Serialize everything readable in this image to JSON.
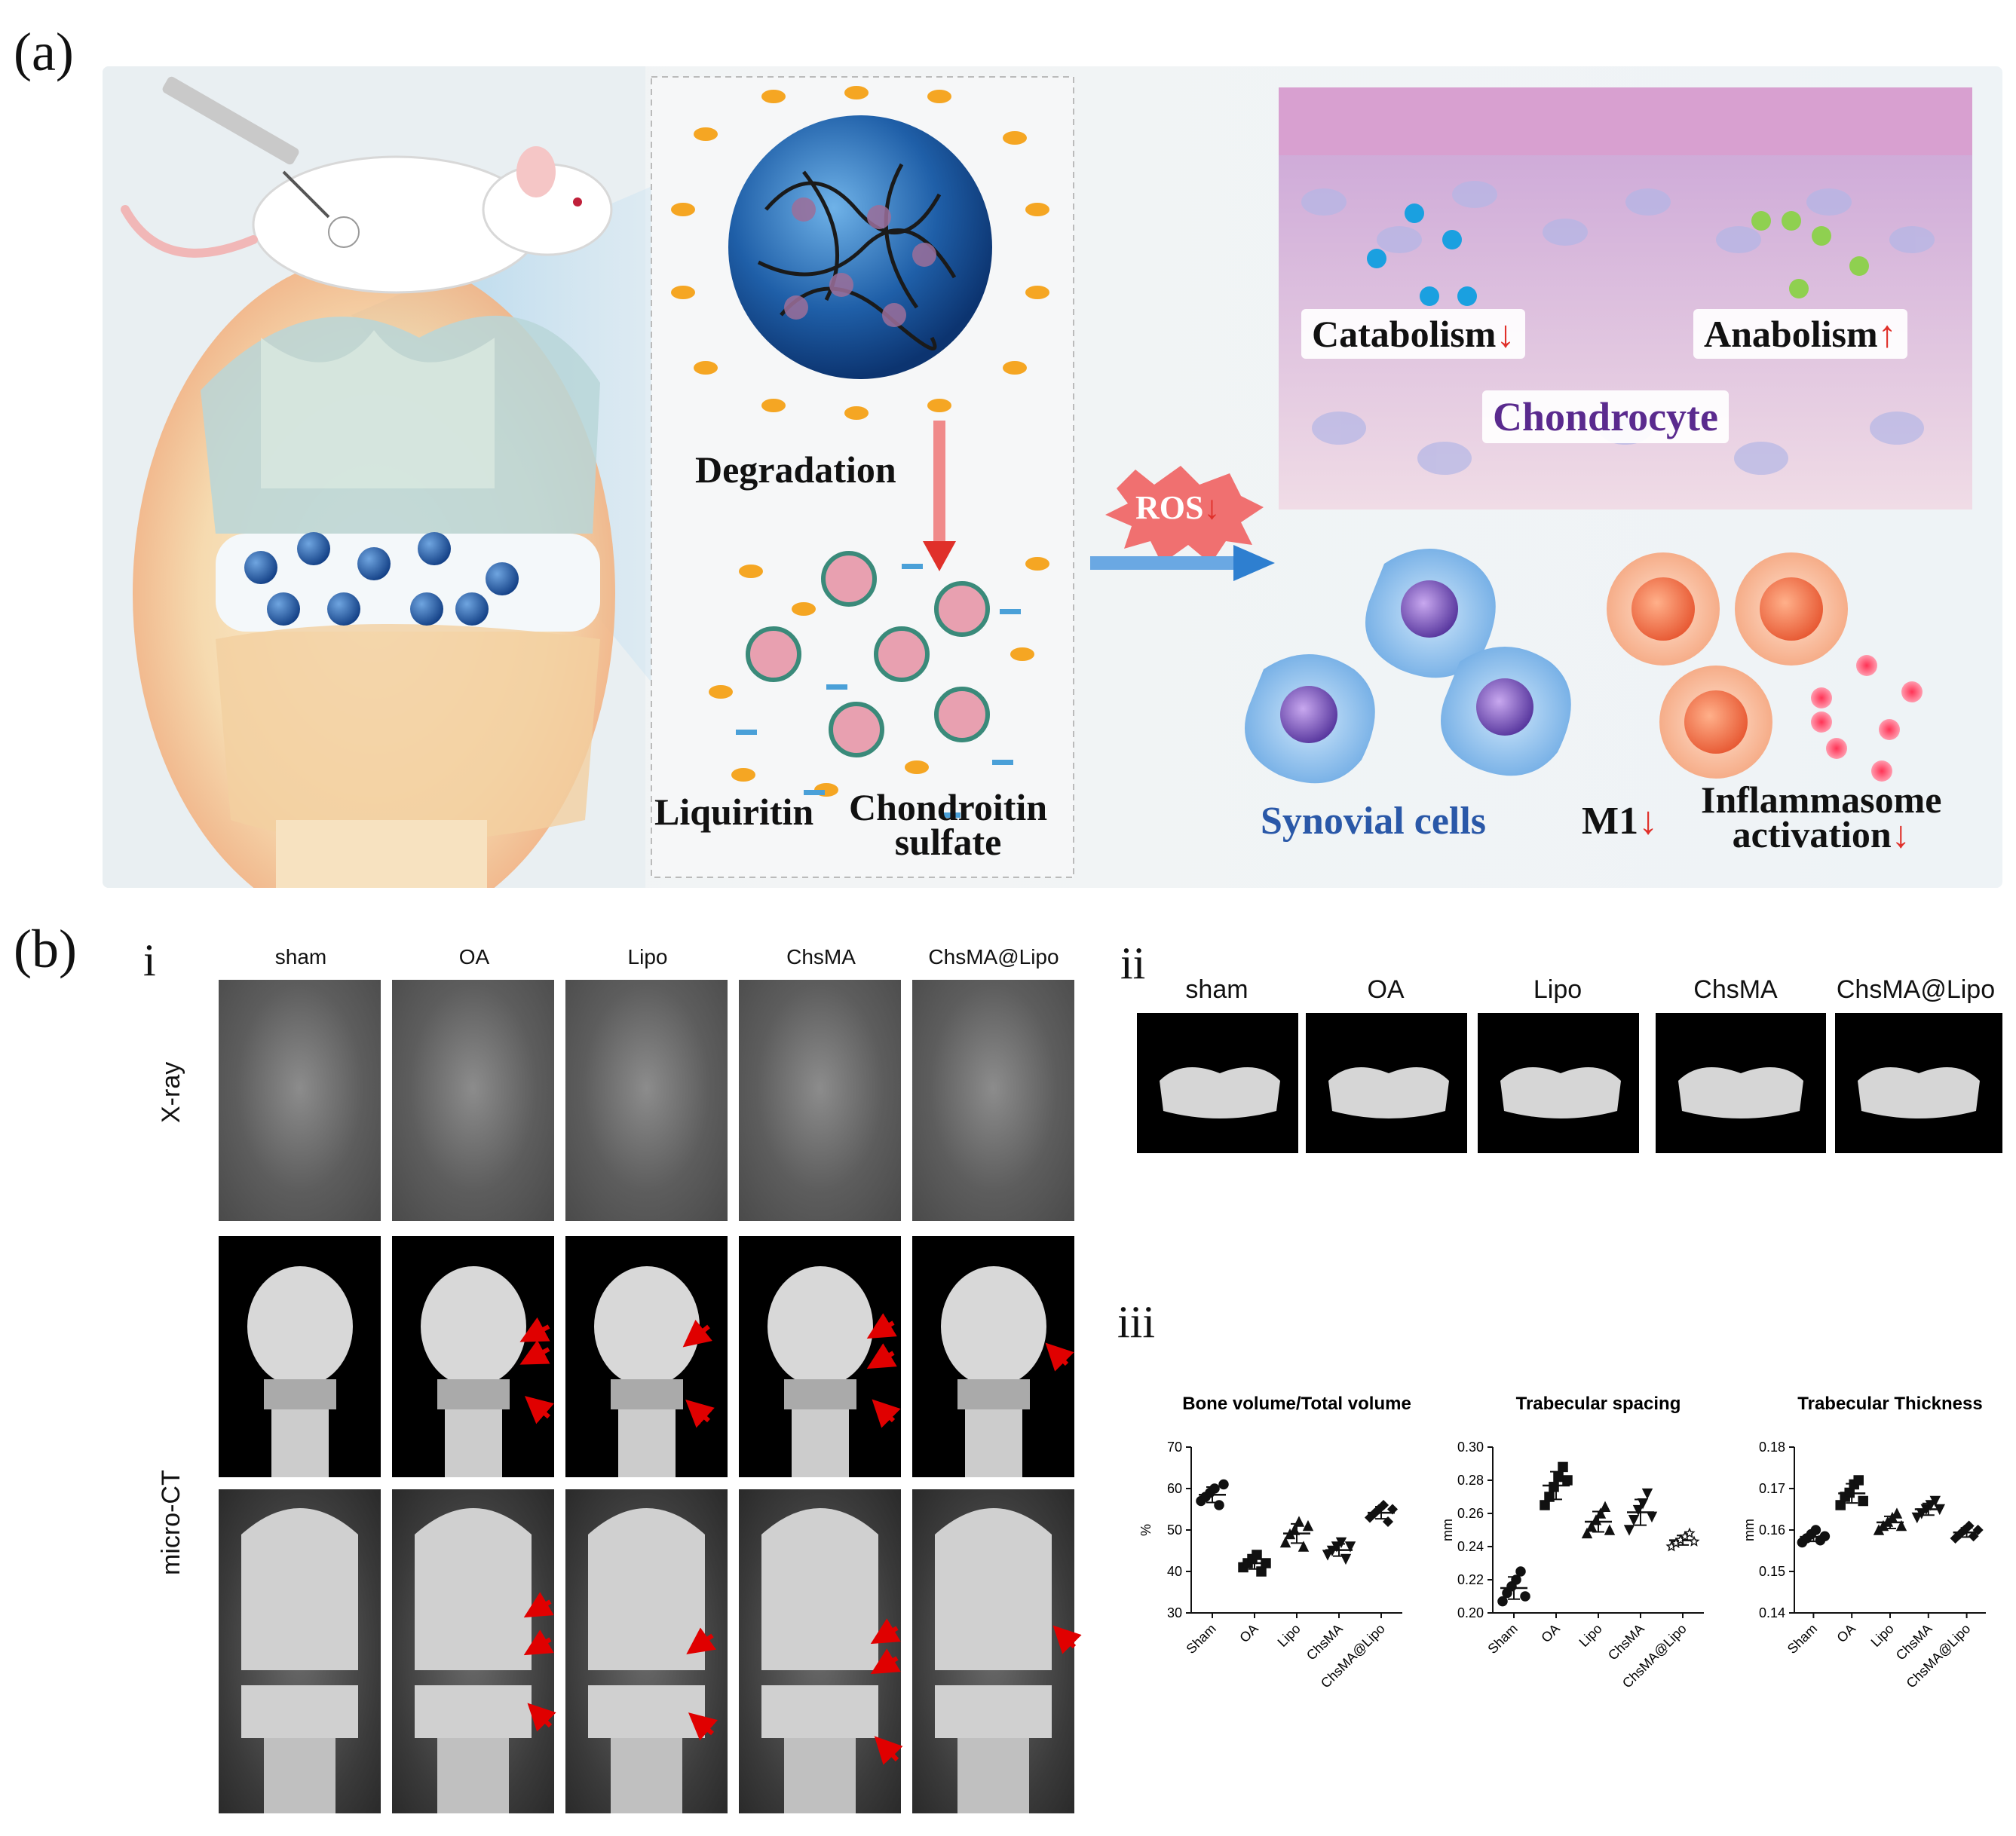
{
  "panel_a": {
    "label": "(a)",
    "degradation": "Degradation",
    "liquiritin": "Liquiritin",
    "chondroitin_line1": "Chondroitin",
    "chondroitin_line2": "sulfate",
    "ros": "ROS",
    "catabolism": "Catabolism",
    "anabolism": "Anabolism",
    "chondrocyte": "Chondrocyte",
    "synovial": "Synovial cells",
    "m1": "M1",
    "inflammasome_line1": "Inflammasome",
    "inflammasome_line2": "activation",
    "colors": {
      "blue_sphere": "#1f5fa8",
      "down_arrow": "#e0302a",
      "chondrocyte_text": "#5a2a8e",
      "synovial_text": "#2a58a8"
    }
  },
  "panel_b": {
    "label": "(b)",
    "i": {
      "label": "i",
      "columns": [
        "sham",
        "OA",
        "Lipo",
        "ChsMA",
        "ChsMA@Lipo"
      ],
      "row_xray": "X-ray",
      "row_microct": "micro-CT"
    },
    "ii": {
      "label": "ii",
      "columns": [
        "sham",
        "OA",
        "Lipo",
        "ChsMA",
        "ChsMA@Lipo"
      ]
    },
    "iii": {
      "label": "iii"
    }
  },
  "chart_data": [
    {
      "type": "scatter",
      "title": "Bone volume/Total volume",
      "ylabel": "%",
      "ylim": [
        30,
        70
      ],
      "yticks": [
        "70",
        "60",
        "50",
        "40",
        "30"
      ],
      "categories": [
        "Sham",
        "OA",
        "Lipo",
        "ChsMA",
        "ChsMA@Lipo"
      ],
      "markers": [
        "circle",
        "square",
        "triangle",
        "inverted-triangle",
        "diamond"
      ],
      "series": [
        {
          "values": [
            57,
            58,
            59,
            60,
            56,
            61
          ]
        },
        {
          "values": [
            41,
            42,
            43,
            44,
            40,
            42
          ]
        },
        {
          "values": [
            47,
            49,
            50,
            52,
            46,
            51
          ]
        },
        {
          "values": [
            44,
            45,
            46,
            47,
            43,
            46
          ]
        },
        {
          "values": [
            53,
            54,
            55,
            56,
            52,
            55
          ]
        }
      ]
    },
    {
      "type": "scatter",
      "title": "Trabecular spacing",
      "ylabel": "mm",
      "ylim": [
        0.2,
        0.3
      ],
      "yticks": [
        "0.30",
        "0.28",
        "0.26",
        "0.24",
        "0.22",
        "0.20"
      ],
      "categories": [
        "Sham",
        "OA",
        "Lipo",
        "ChsMA",
        "ChsMA@Lipo"
      ],
      "markers": [
        "circle",
        "square",
        "triangle",
        "inverted-triangle",
        "star"
      ],
      "series": [
        {
          "values": [
            0.207,
            0.212,
            0.216,
            0.22,
            0.225,
            0.21
          ]
        },
        {
          "values": [
            0.265,
            0.27,
            0.276,
            0.282,
            0.288,
            0.28
          ]
        },
        {
          "values": [
            0.248,
            0.252,
            0.256,
            0.26,
            0.264,
            0.25
          ]
        },
        {
          "values": [
            0.25,
            0.256,
            0.262,
            0.266,
            0.272,
            0.258
          ]
        },
        {
          "values": [
            0.24,
            0.242,
            0.244,
            0.246,
            0.248,
            0.243
          ]
        }
      ]
    },
    {
      "type": "scatter",
      "title": "Trabecular Thickness",
      "ylabel": "mm",
      "ylim": [
        0.14,
        0.18
      ],
      "yticks": [
        "0.18",
        "0.17",
        "0.16",
        "0.15",
        "0.14"
      ],
      "categories": [
        "Sham",
        "OA",
        "Lipo",
        "ChsMA",
        "ChsMA@Lipo"
      ],
      "markers": [
        "circle",
        "square",
        "triangle",
        "inverted-triangle",
        "diamond"
      ],
      "series": [
        {
          "values": [
            0.157,
            0.158,
            0.159,
            0.16,
            0.1575,
            0.1585
          ]
        },
        {
          "values": [
            0.166,
            0.168,
            0.169,
            0.171,
            0.172,
            0.167
          ]
        },
        {
          "values": [
            0.16,
            0.161,
            0.162,
            0.163,
            0.164,
            0.161
          ]
        },
        {
          "values": [
            0.163,
            0.164,
            0.165,
            0.166,
            0.167,
            0.165
          ]
        },
        {
          "values": [
            0.158,
            0.159,
            0.16,
            0.161,
            0.1585,
            0.16
          ]
        }
      ]
    }
  ]
}
